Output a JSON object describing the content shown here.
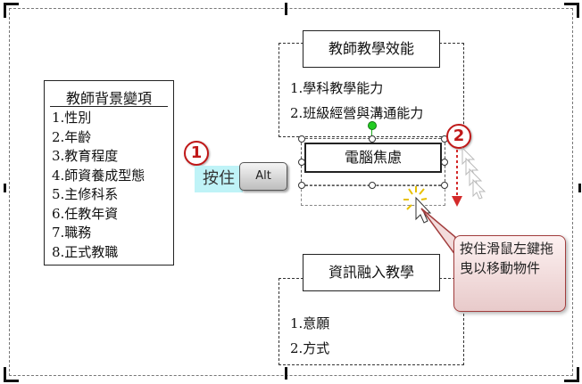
{
  "background_panel": {
    "title": "教師背景變項",
    "items": [
      "1.性別",
      "2.年齡",
      "3.教育程度",
      "4.師資養成型態",
      "5.主修科系",
      "6.任教年資",
      "7.職務",
      "8.正式教職"
    ]
  },
  "teaching_efficacy": {
    "title": "教師教學效能",
    "items": [
      "1.學科教學能力",
      "2.班級經營與溝通能力"
    ]
  },
  "selected_box": {
    "label": "電腦焦慮"
  },
  "integration": {
    "title": "資訊融入教學",
    "items": [
      "1.意願",
      "2.方式"
    ]
  },
  "step1": {
    "number": "1",
    "press_label": "按住",
    "key_label": "Alt"
  },
  "step2": {
    "number": "2"
  },
  "callout": {
    "text": "按住滑鼠左鍵拖曳以移動物件"
  },
  "colors": {
    "accent_red": "#c01818",
    "highlight_cyan": "#bff3f7",
    "selection_green": "#22aa22",
    "arrow_red": "#d42a2a"
  }
}
